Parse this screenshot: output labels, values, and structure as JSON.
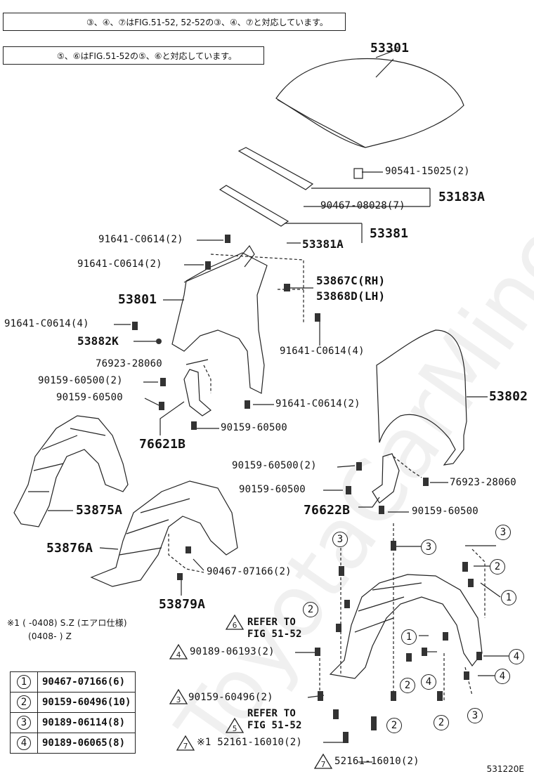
{
  "notes": {
    "note1": "③、④、⑦はFIG.51-52, 52-52の③、④、⑦と対応しています。",
    "note2": "⑤、⑥はFIG.51-52の⑤、⑥と対応しています。"
  },
  "parts": {
    "p53301": "53301",
    "p90541": "90541-15025(2)",
    "p53183A": "53183A",
    "p90467_08028": "90467-08028(7)",
    "p53381": "53381",
    "p53381A": "53381A",
    "p91641_a": "91641-C0614(2)",
    "p91641_b": "91641-C0614(2)",
    "p53867C": "53867C(RH)",
    "p53868D": "53868D(LH)",
    "p53801": "53801",
    "p91641_c": "91641-C0614(4)",
    "p53882K": "53882K",
    "p91641_d": "91641-C0614(4)",
    "p76923_a": "76923-28060",
    "p90159_a": "90159-60500(2)",
    "p90159_b": "90159-60500",
    "p91641_e": "91641-C0614(2)",
    "p53802": "53802",
    "p90159_c": "90159-60500",
    "p76621B": "76621B",
    "p90159_d": "90159-60500(2)",
    "p76923_b": "76923-28060",
    "p90159_e": "90159-60500",
    "p76622B": "76622B",
    "p90159_f": "90159-60500",
    "p53875A": "53875A",
    "p53876A": "53876A",
    "p90467_07166": "90467-07166(2)",
    "p53879A": "53879A",
    "refer6": "REFER TO\nFIG 51-52",
    "p90189_06193": "90189-06193(2)",
    "p90159_60496": "90159-60496(2)",
    "refer5": "REFER TO\nFIG 51-52",
    "p52161_a": "※1 52161-16010(2)",
    "p52161_b": "52161-16010(2)"
  },
  "footnote": {
    "line1": "※1 (      -0408) S.Z (エアロ仕様)",
    "line2": "(0408-      ) Z"
  },
  "legend": [
    {
      "num": "1",
      "part": "90467-07166(6)"
    },
    {
      "num": "2",
      "part": "90159-60496(10)"
    },
    {
      "num": "3",
      "part": "90189-06114(8)"
    },
    {
      "num": "4",
      "part": "90189-06065(8)"
    }
  ],
  "figure_id": "531220E",
  "watermark": "ToyotaCarMine.ru",
  "callouts": {
    "c3a": "3",
    "c3b": "3",
    "c3c": "3",
    "c2a": "2",
    "c1a": "1",
    "c2b": "2",
    "c1b": "1",
    "c4a": "4",
    "c4b": "4",
    "c4c": "4",
    "c2c": "2",
    "c2d": "2",
    "c2e": "2",
    "c3d": "3",
    "t4": "4",
    "t3": "3",
    "t6": "6",
    "t5": "5",
    "t7a": "7",
    "t7b": "7"
  }
}
